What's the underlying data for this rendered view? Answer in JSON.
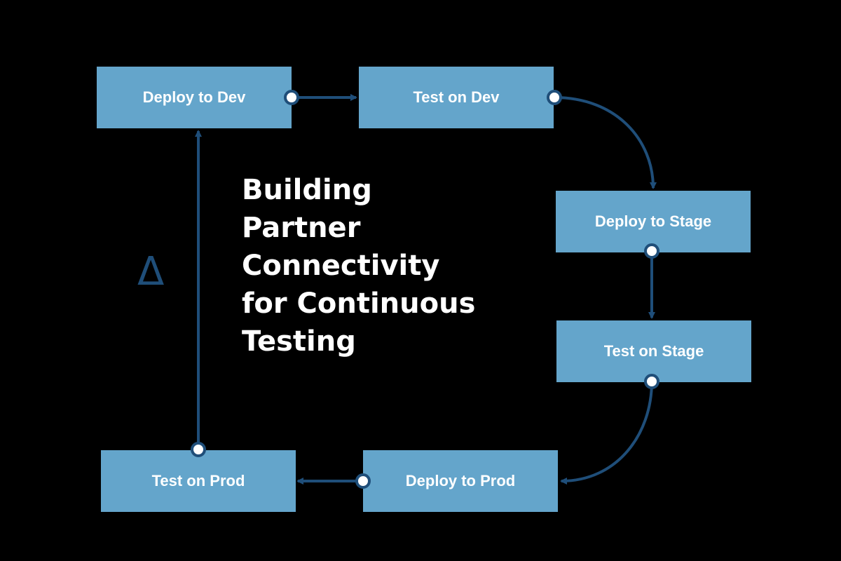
{
  "colors": {
    "background": "#000000",
    "node_fill": "#64a5cb",
    "connector": "#1f4e79",
    "node_text": "#ffffff",
    "title_text": "#ffffff",
    "port_fill": "#ffffff"
  },
  "title": {
    "lines": [
      "Building",
      "Partner",
      "Connectivity",
      "for Continuous",
      "Testing"
    ]
  },
  "delta": {
    "symbol": "Δ"
  },
  "nodes": {
    "deploy_dev": {
      "label": "Deploy to Dev"
    },
    "test_dev": {
      "label": "Test on Dev"
    },
    "deploy_stage": {
      "label": "Deploy to Stage"
    },
    "test_stage": {
      "label": "Test on Stage"
    },
    "deploy_prod": {
      "label": "Deploy to Prod"
    },
    "test_prod": {
      "label": "Test on Prod"
    }
  }
}
